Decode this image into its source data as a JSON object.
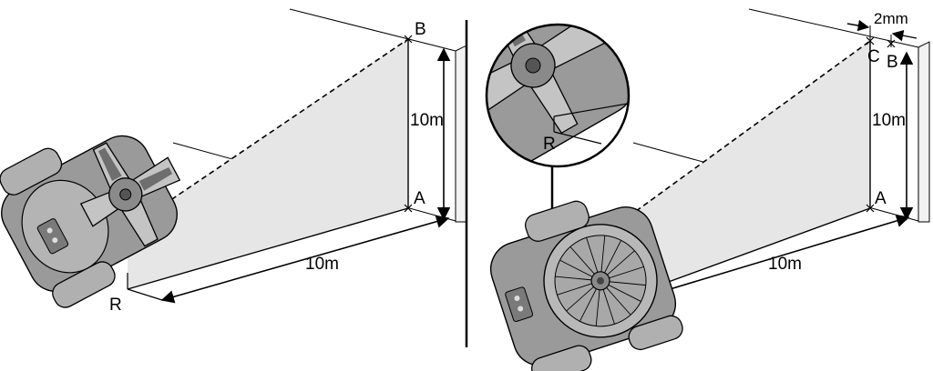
{
  "left_panel": {
    "labels": {
      "point_b": "B",
      "point_a": "A",
      "point_r": "R",
      "vertical_distance": "10m",
      "horizontal_distance": "10m"
    }
  },
  "right_panel": {
    "labels": {
      "point_b": "B",
      "point_c": "C",
      "point_a": "A",
      "point_r": "R",
      "offset": "2mm",
      "vertical_distance": "10m",
      "horizontal_distance": "10m"
    }
  },
  "colors": {
    "beam_plane": "#e6e6e6",
    "device_body": "#9a9a9a",
    "device_dark": "#6e6e6e",
    "device_light": "#c4c4c4",
    "line": "#000000"
  }
}
